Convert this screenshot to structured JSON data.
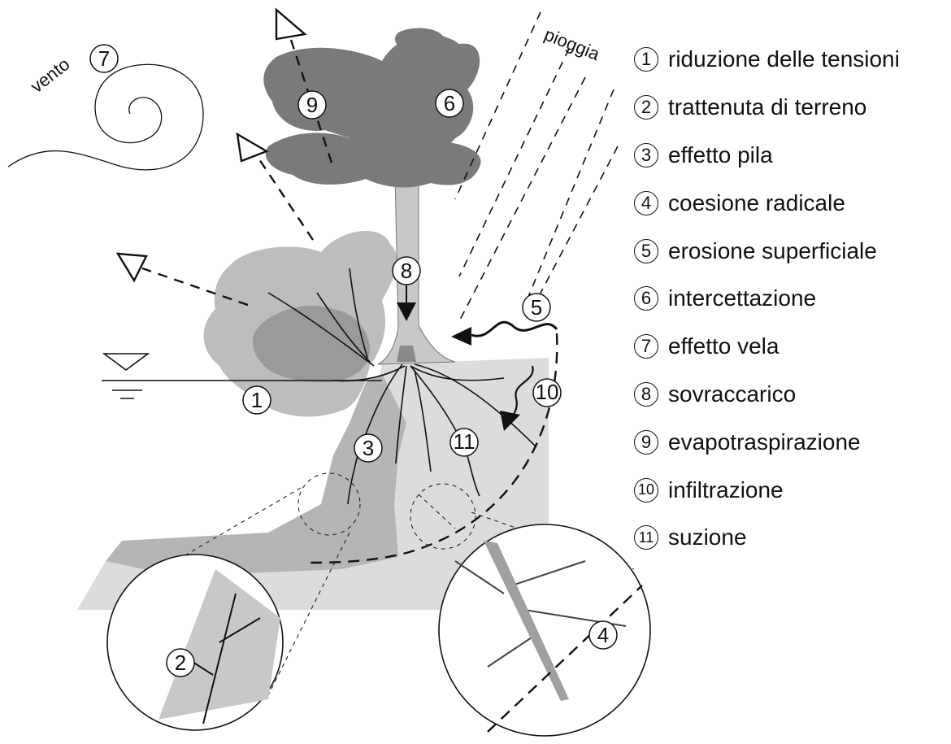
{
  "labels": {
    "wind": "vento",
    "rain": "pioggia"
  },
  "markers": {
    "m1": "1",
    "m2": "2",
    "m3": "3",
    "m4": "4",
    "m5": "5",
    "m6": "6",
    "m7": "7",
    "m8": "8",
    "m9": "9",
    "m10": "10",
    "m11": "11"
  },
  "legend": [
    {
      "num": "1",
      "text": "riduzione delle tensioni"
    },
    {
      "num": "2",
      "text": "trattenuta di terreno"
    },
    {
      "num": "3",
      "text": "effetto pila"
    },
    {
      "num": "4",
      "text": "coesione radicale"
    },
    {
      "num": "5",
      "text": "erosione superficiale"
    },
    {
      "num": "6",
      "text": "intercettazione"
    },
    {
      "num": "7",
      "text": "effetto vela"
    },
    {
      "num": "8",
      "text": "sovraccarico"
    },
    {
      "num": "9",
      "text": "evapotraspirazione"
    },
    {
      "num": "10",
      "text": "infiltrazione"
    },
    {
      "num": "11",
      "text": "suzione"
    }
  ],
  "colors": {
    "dark": "#777777",
    "mid": "#a9a9a9",
    "light": "#d9d9d9",
    "ink": "#111111"
  }
}
